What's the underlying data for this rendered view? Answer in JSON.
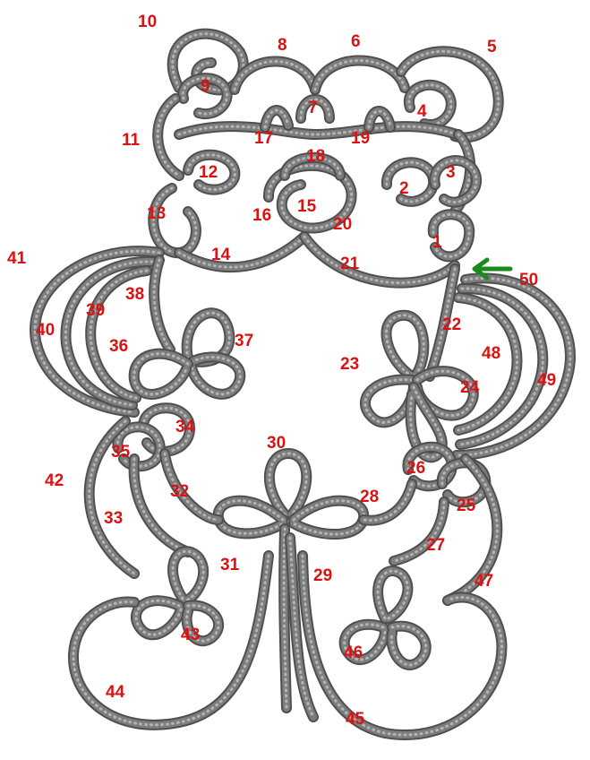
{
  "colors": {
    "label": "#dd1111",
    "thread": "#7d7d7d",
    "arrow": "#1a8a1a",
    "background": "#ffffff"
  },
  "labels": [
    "1",
    "2",
    "3",
    "4",
    "5",
    "6",
    "7",
    "8",
    "9",
    "10",
    "11",
    "12",
    "13",
    "14",
    "15",
    "16",
    "17",
    "18",
    "19",
    "20",
    "21",
    "22",
    "23",
    "24",
    "25",
    "26",
    "27",
    "28",
    "29",
    "30",
    "31",
    "32",
    "33",
    "34",
    "35",
    "36",
    "37",
    "38",
    "39",
    "40",
    "41",
    "42",
    "43",
    "44",
    "45",
    "46",
    "47",
    "48",
    "49",
    "50"
  ],
  "start_marker": {
    "icon": "green-arrow-left",
    "label": "50"
  }
}
